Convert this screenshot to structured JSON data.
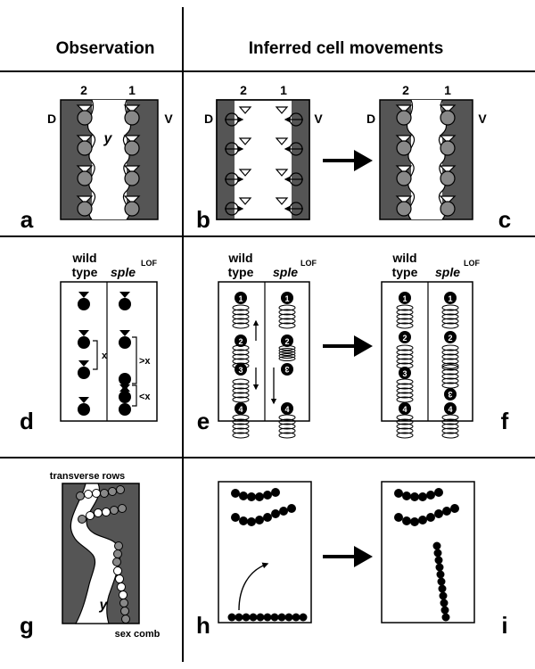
{
  "headers": {
    "observation": "Observation",
    "inferred": "Inferred cell movements"
  },
  "panel_letters": [
    "a",
    "b",
    "c",
    "d",
    "e",
    "f",
    "g",
    "h",
    "i"
  ],
  "row1": {
    "col_labels": [
      "2",
      "1"
    ],
    "dorsal": "D",
    "ventral": "V",
    "y_label": "y"
  },
  "row2": {
    "wild": [
      "wild",
      "type"
    ],
    "mutant": "sple",
    "mutant_sup": "LOF",
    "spacing": {
      "x": "x",
      "greater": ">x",
      "less": "<x"
    },
    "cell_numbers": [
      "1",
      "2",
      "3",
      "4"
    ],
    "inverted_cell_number": "3"
  },
  "row3": {
    "transverse_rows": "transverse rows",
    "sex_comb": "sex comb",
    "y_label": "y"
  },
  "colors": {
    "line": "#000000",
    "dark_gray": "#555555",
    "mid_gray": "#8a8a8a",
    "white": "#ffffff"
  }
}
